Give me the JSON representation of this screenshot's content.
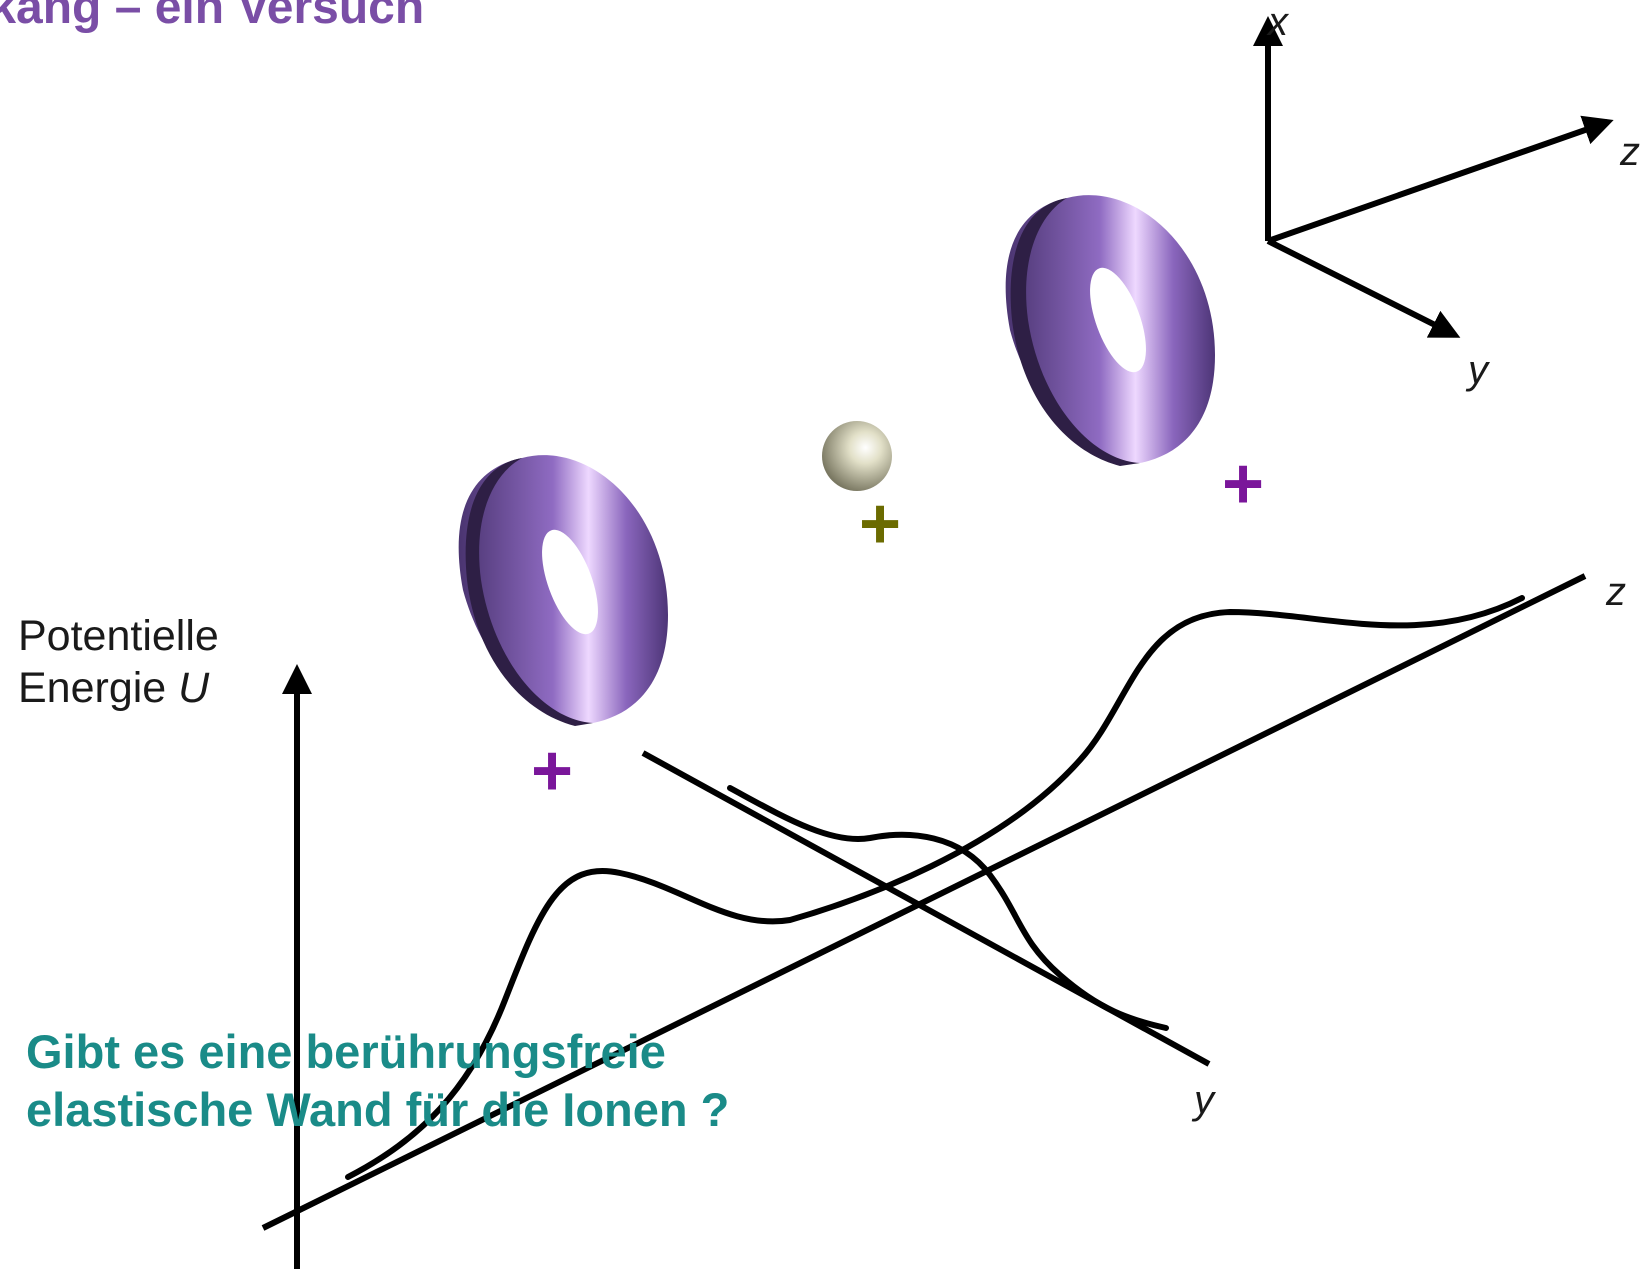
{
  "slide": {
    "title": "nkang – ein Versuch",
    "energy_label_line1": "Potentielle",
    "energy_label_line2": "Energie ",
    "energy_symbol": "U",
    "question_line1": "Gibt es eine berührungsfreie",
    "question_line2": "elastische Wand für die Ionen ?"
  },
  "axes": {
    "coord_x": "x",
    "coord_y": "y",
    "coord_z": "z",
    "plot_z": "z",
    "plot_y": "y"
  },
  "charges": {
    "ring_left": "+",
    "ion": "+",
    "ring_right": "+"
  },
  "colors": {
    "title": "#7a4ea6",
    "question": "#1a8b88",
    "ring": "#6a4a9a",
    "ring_dark": "#2e1f45",
    "ring_charge": "#7a169a",
    "ion_charge": "#6b6b00",
    "ion_sphere": "#c8c6a8",
    "line": "#000000"
  }
}
